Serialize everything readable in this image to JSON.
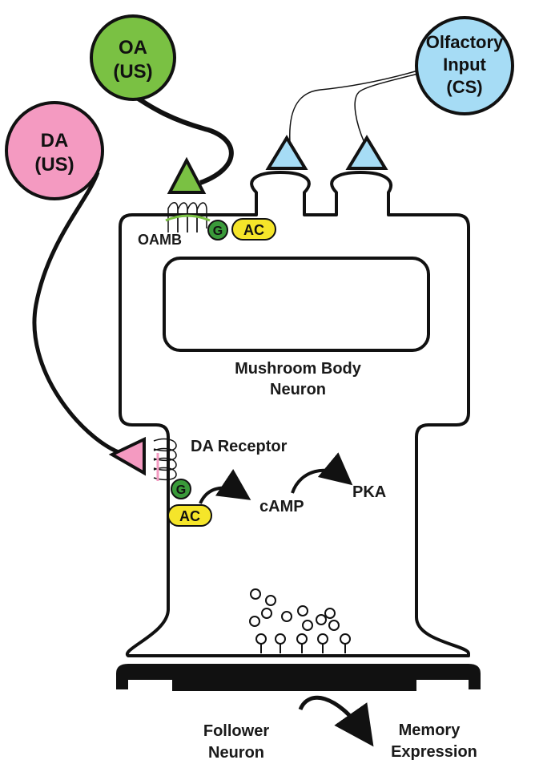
{
  "nodes": {
    "oa": {
      "line1": "OA",
      "line2": "(US)",
      "color": "#7ac143"
    },
    "da": {
      "line1": "DA",
      "line2": "(US)",
      "color": "#f49ac1"
    },
    "olfactory": {
      "line1": "Olfactory",
      "line2": "Input",
      "line3": "(CS)",
      "color": "#a6dcf5"
    }
  },
  "receptors": {
    "oamb": "OAMB",
    "da_receptor": "DA Receptor"
  },
  "signaling": {
    "g_label": "G",
    "ac_label": "AC",
    "camp": "cAMP",
    "pka": "PKA",
    "g_color": "#3a9a3a",
    "ac_color": "#f5e52a"
  },
  "neuron": {
    "line1": "Mushroom Body",
    "line2": "Neuron"
  },
  "follower": {
    "line1": "Follower",
    "line2": "Neuron"
  },
  "output": {
    "line1": "Memory",
    "line2": "Expression"
  },
  "terminal_colors": {
    "oa": "#7ac143",
    "da": "#f49ac1",
    "olfactory": "#a6dcf5"
  }
}
